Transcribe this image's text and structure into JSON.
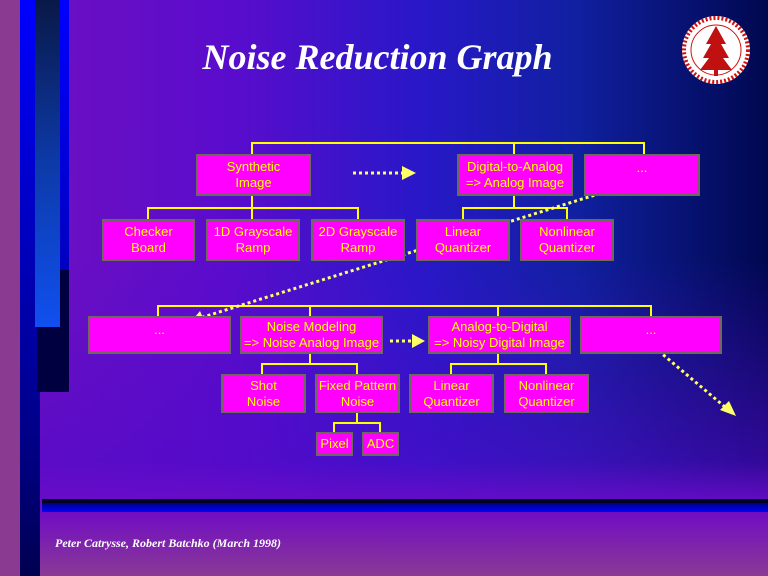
{
  "title": "Noise Reduction Graph",
  "footer": "Peter Catrysse, Robert Batchko (March 1998)",
  "logo": "stanford-seal",
  "colors": {
    "box": "#ff00ff",
    "text": "#ffff00",
    "connector": "#ffff00"
  },
  "top_row": [
    {
      "l1": "Synthetic",
      "l2": "Image"
    },
    {
      "l1": "Digital-to-Analog",
      "l2": "=> Analog Image"
    },
    {
      "l1": "...",
      "l2": ""
    }
  ],
  "second_row": [
    {
      "l1": "Checker",
      "l2": "Board"
    },
    {
      "l1": "1D Grayscale",
      "l2": "Ramp"
    },
    {
      "l1": "2D Grayscale",
      "l2": "Ramp"
    },
    {
      "l1": "Linear",
      "l2": "Quantizer"
    },
    {
      "l1": "Nonlinear",
      "l2": "Quantizer"
    }
  ],
  "bottom_row": [
    {
      "l1": "...",
      "l2": ""
    },
    {
      "l1": "Noise Modeling",
      "l2": "=> Noise Analog Image"
    },
    {
      "l1": "Analog-to-Digital",
      "l2": "=> Noisy Digital Image"
    },
    {
      "l1": "...",
      "l2": ""
    }
  ],
  "third_row": [
    {
      "l1": "Shot",
      "l2": "Noise"
    },
    {
      "l1": "Fixed Pattern",
      "l2": "Noise"
    },
    {
      "l1": "Linear",
      "l2": "Quantizer"
    },
    {
      "l1": "Nonlinear",
      "l2": "Quantizer"
    }
  ],
  "fourth_row": [
    {
      "l1": "Pixel"
    },
    {
      "l1": "ADC"
    }
  ]
}
